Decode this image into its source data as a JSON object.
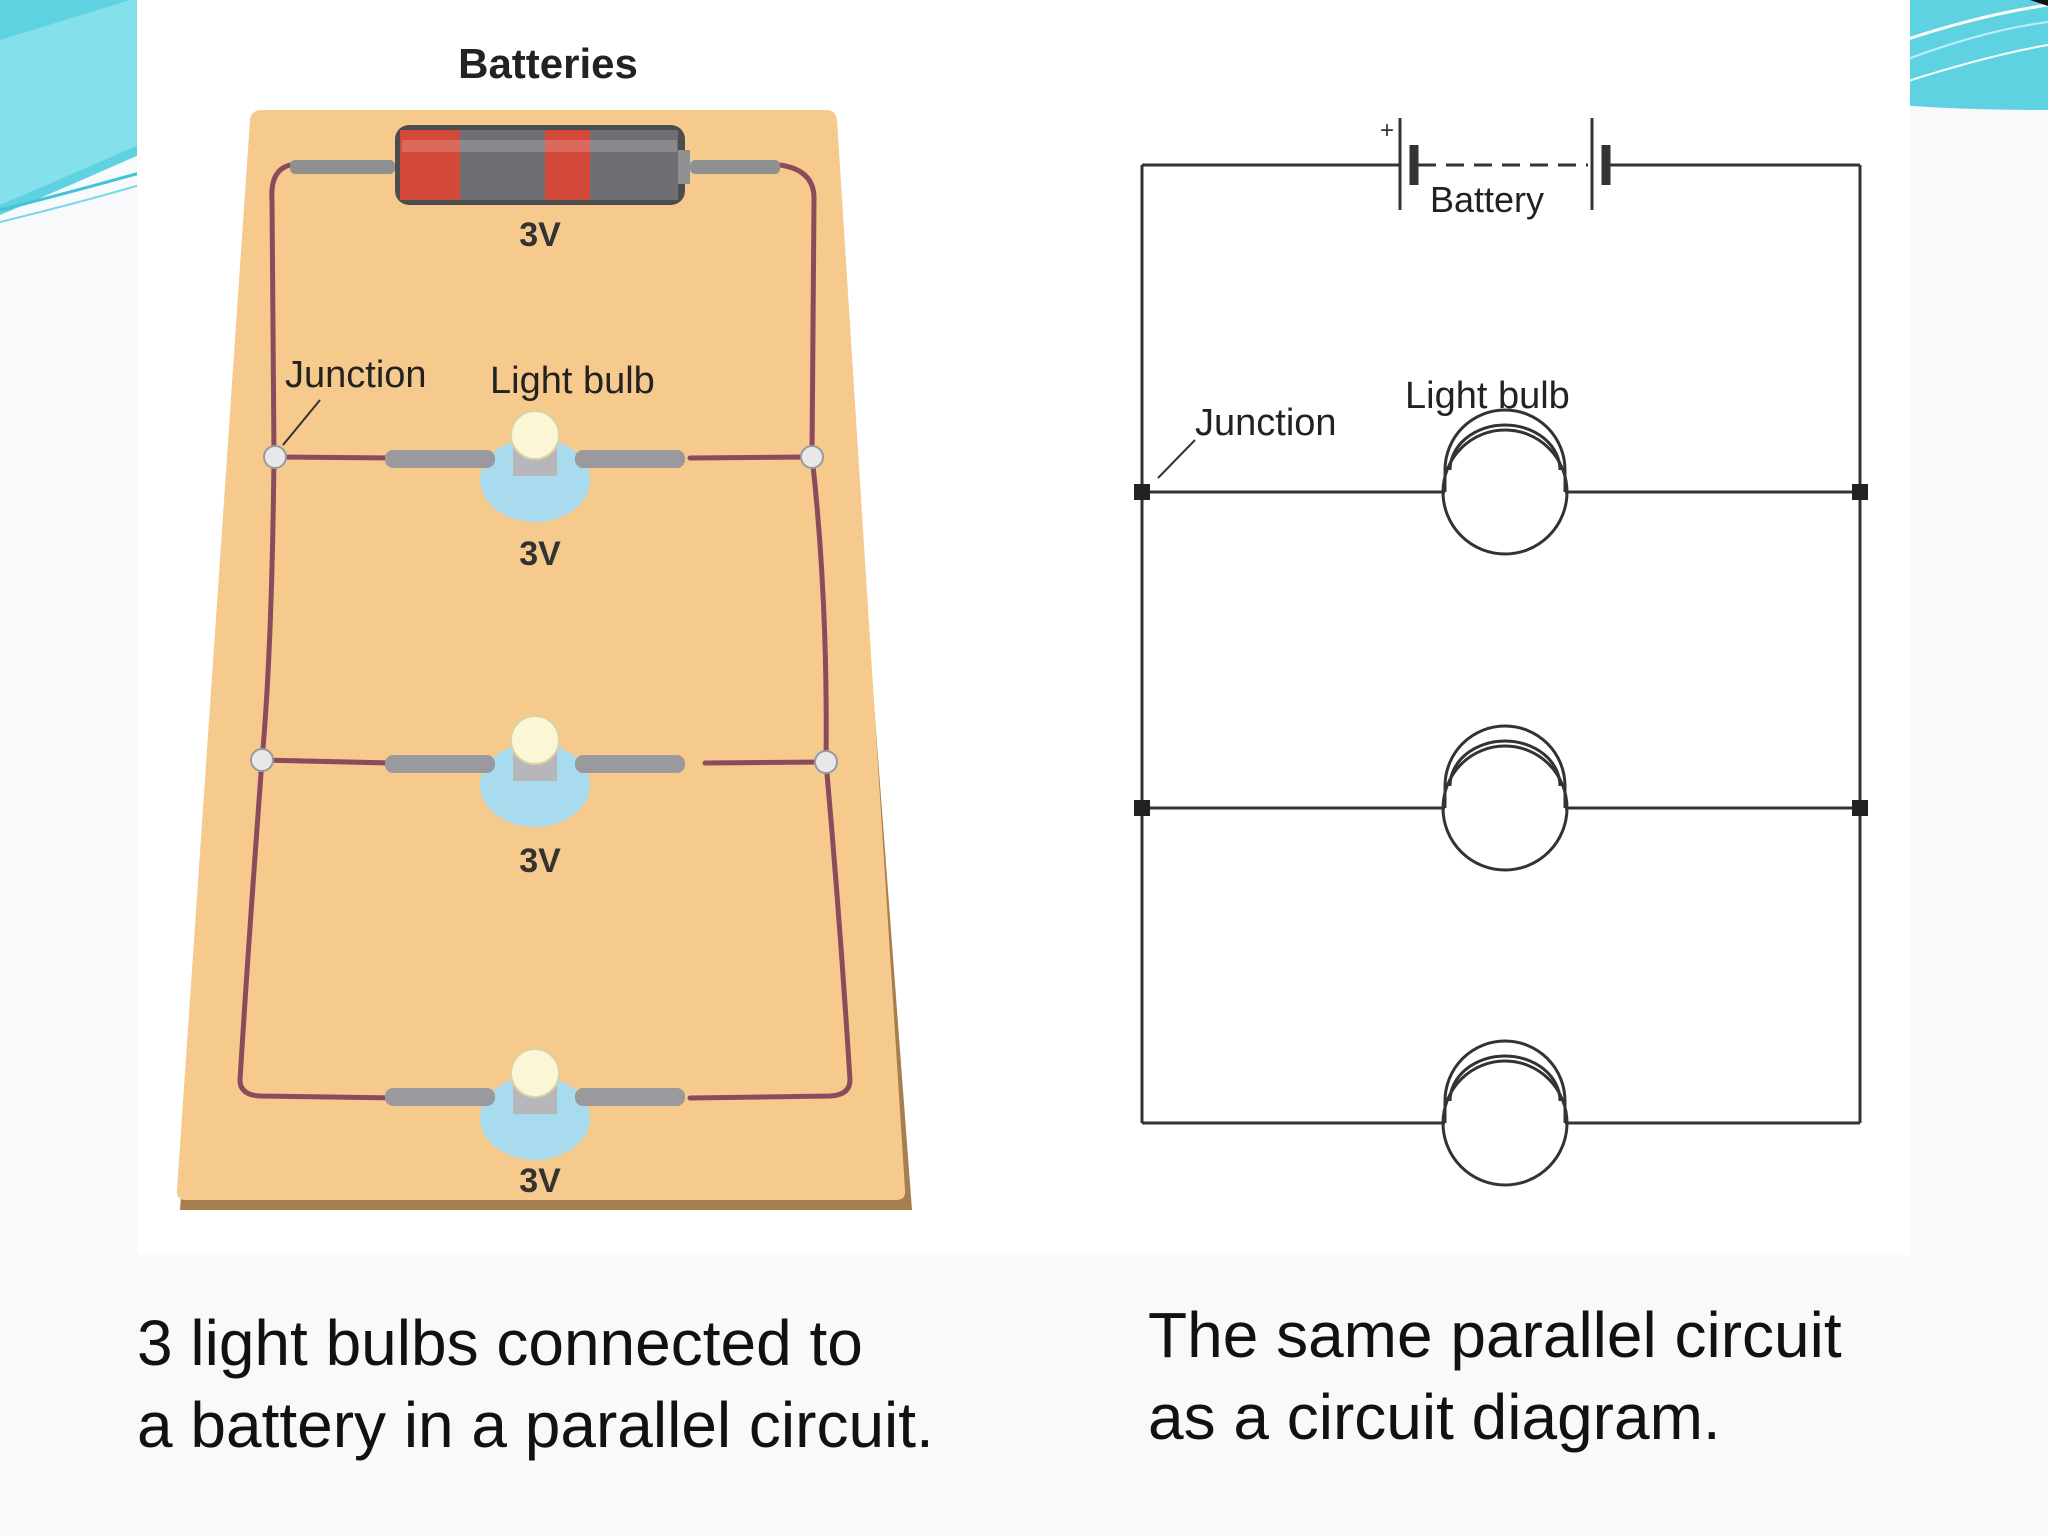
{
  "left_figure": {
    "batteries_label": "Batteries",
    "battery_voltage": "3V",
    "junction_label": "Junction",
    "bulb_label": "Light bulb",
    "bulb_voltages": [
      "3V",
      "3V",
      "3V"
    ]
  },
  "right_figure": {
    "plus_sign": "+",
    "battery_label": "Battery",
    "junction_label": "Junction",
    "bulb_label": "Light bulb"
  },
  "captions": {
    "left": [
      "3 light bulbs connected to",
      "a battery in a parallel circuit."
    ],
    "right": [
      "The same parallel circuit",
      "as a circuit diagram."
    ]
  },
  "colors": {
    "board": "#f6c98d",
    "board_edge": "#a77f4e",
    "wire": "#8a4c5c",
    "battery_red": "#d44a3a",
    "battery_gray": "#6f6f73",
    "bulb_base": "#a9dbef",
    "accent_cyan": "#3fc4d8"
  }
}
